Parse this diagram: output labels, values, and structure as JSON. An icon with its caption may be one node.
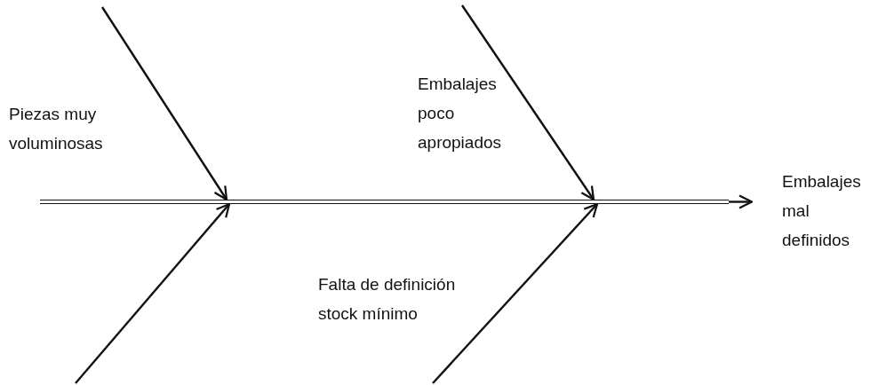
{
  "diagram": {
    "nodes": [
      {
        "text": [],
        "shape": "bar"
      },
      {
        "text": [
          "Piezas muy voluminosas"
        ]
      },
      {
        "text": [
          "Embalajes poco apropiados"
        ]
      },
      {
        "text": [
          "Falta de definición stock mínimo"
        ]
      },
      {
        "text": [
          "Embalajes mal definidos"
        ]
      }
    ],
    "edges": [
      {
        "from": null,
        "to": 0,
        "arrow": "to"
      },
      {
        "from": null,
        "to": 0,
        "arrow": "to"
      },
      {
        "from": null,
        "to": 0,
        "arrow": "to"
      },
      {
        "from": null,
        "to": 0,
        "arrow": "to"
      },
      {
        "from": 0,
        "to": 4,
        "arrow": "to"
      }
    ]
  }
}
